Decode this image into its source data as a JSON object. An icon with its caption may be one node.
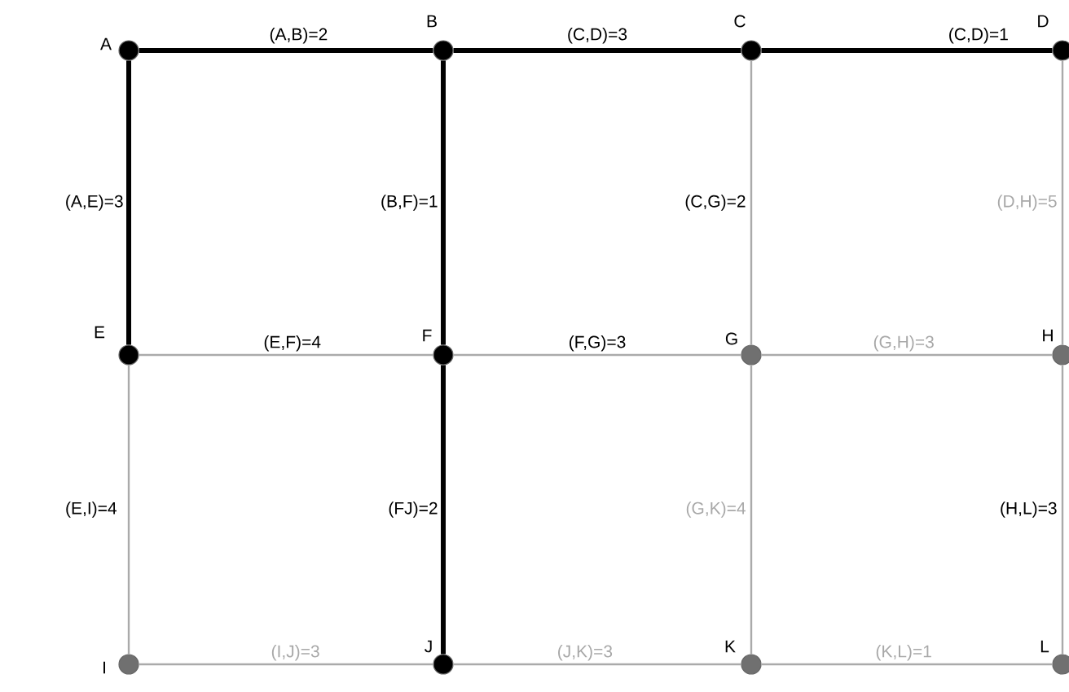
{
  "diagram": {
    "nodes": [
      {
        "text": [
          "A"
        ]
      },
      {
        "text": [
          "B"
        ]
      },
      {
        "text": [
          "C"
        ]
      },
      {
        "text": [
          "D"
        ]
      },
      {
        "text": [
          "E"
        ]
      },
      {
        "text": [
          "F"
        ]
      },
      {
        "text": [
          "G"
        ]
      },
      {
        "text": [
          "H"
        ]
      },
      {
        "text": [
          "I"
        ]
      },
      {
        "text": [
          "J"
        ]
      },
      {
        "text": [
          "K"
        ]
      },
      {
        "text": [
          "L"
        ]
      }
    ],
    "edges": [
      {
        "from": 0,
        "to": 1,
        "arrow": "none",
        "label": "(A,B)=2",
        "style": "thick",
        "color": "#000000"
      },
      {
        "from": 1,
        "to": 2,
        "arrow": "none",
        "label": "(C,D)=3",
        "style": "thick",
        "color": "#000000"
      },
      {
        "from": 2,
        "to": 3,
        "arrow": "none",
        "label": "(C,D)=1",
        "style": "thick",
        "color": "#000000"
      },
      {
        "from": 0,
        "to": 4,
        "arrow": "none",
        "label": "(A,E)=3",
        "style": "thick",
        "color": "#000000"
      },
      {
        "from": 1,
        "to": 5,
        "arrow": "none",
        "label": "(B,F)=1",
        "style": "thick",
        "color": "#000000"
      },
      {
        "from": 2,
        "to": 6,
        "arrow": "none",
        "label": "(C,G)=2"
      },
      {
        "from": 3,
        "to": 7,
        "arrow": "none",
        "label": "(D,H)=5"
      },
      {
        "from": 4,
        "to": 5,
        "arrow": "none",
        "label": "(E,F)=4"
      },
      {
        "from": 5,
        "to": 6,
        "arrow": "none",
        "label": "(F,G)=3"
      },
      {
        "from": 6,
        "to": 7,
        "arrow": "none",
        "label": "(G,H)=3"
      },
      {
        "from": 4,
        "to": 8,
        "arrow": "none",
        "label": "(E,I)=4"
      },
      {
        "from": 5,
        "to": 9,
        "arrow": "none",
        "label": "(FJ)=2",
        "style": "thick",
        "color": "#000000"
      },
      {
        "from": 6,
        "to": 10,
        "arrow": "none",
        "label": "(G,K)=4"
      },
      {
        "from": 7,
        "to": 11,
        "arrow": "none",
        "label": "(H,L)=3"
      },
      {
        "from": 8,
        "to": 9,
        "arrow": "none",
        "label": "(I,J)=3"
      },
      {
        "from": 9,
        "to": 10,
        "arrow": "none",
        "label": "(J,K)=3"
      },
      {
        "from": 10,
        "to": 11,
        "arrow": "none",
        "label": "(K,L)=1"
      }
    ]
  }
}
